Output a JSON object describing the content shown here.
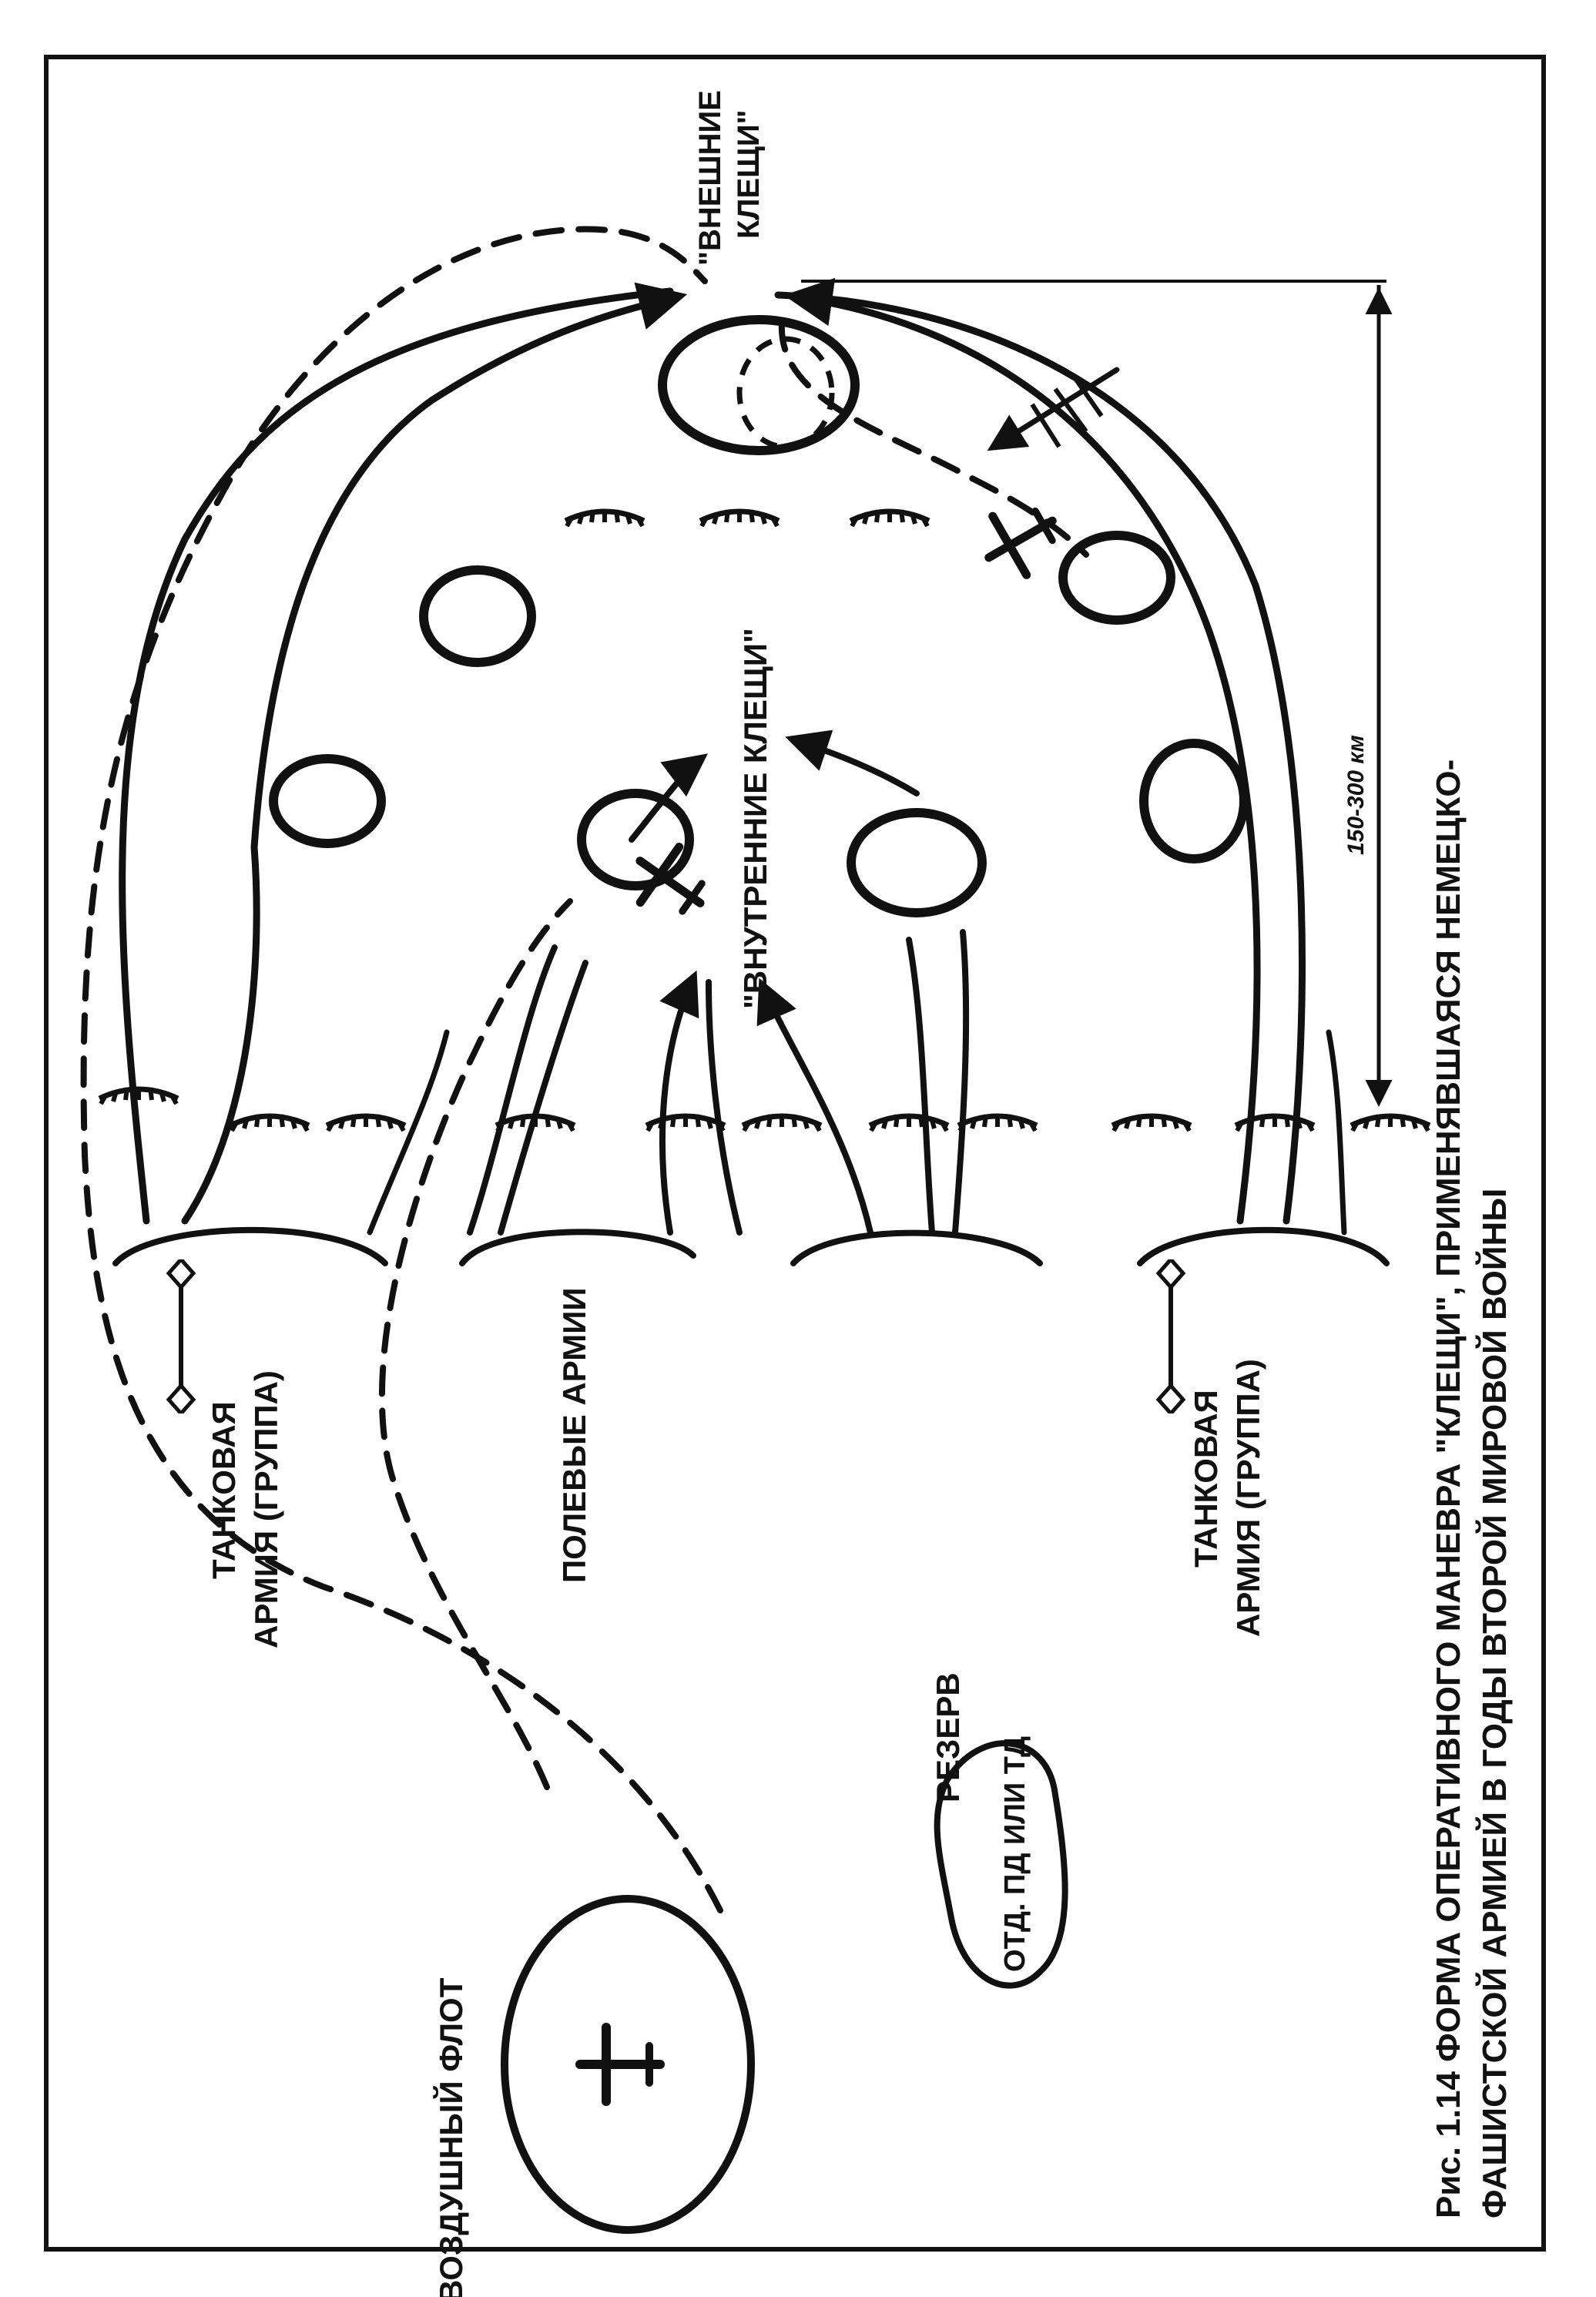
{
  "figure": {
    "caption_line1": "Рис. 1.14 ФОРМА ОПЕРАТИВНОГО МАНЕВРА \"КЛЕЩИ\", ПРИМЕНЯВШАЯСЯ НЕМЕЦКО-",
    "caption_line2": "ФАШИСТСКОЙ АРМИЕЙ В ГОДЫ ВТОРОЙ МИРОВОЙ ВОЙНЫ"
  },
  "labels": {
    "air_fleet": "ВОЗДУШНЫЙ ФЛОТ",
    "reserve_title": "РЕЗЕРВ",
    "reserve_units": "ОТД. ПД ИЛИ ТД",
    "tank_army_top_l1": "ТАНКОВАЯ",
    "tank_army_top_l2": "АРМИЯ (ГРУППА)",
    "field_armies": "ПОЛЕВЫЕ АРМИИ",
    "tank_army_bottom_l1": "ТАНКОВАЯ",
    "tank_army_bottom_l2": "АРМИЯ (ГРУППА)",
    "inner_pincers": "\"ВНУТРЕННИЕ КЛЕЩИ\"",
    "outer_pincers_l1": "\"ВНЕШНИЕ",
    "outer_pincers_l2": "КЛЕЩИ\"",
    "distance": "150-300 км"
  },
  "icons": [
    "aircraft-icon",
    "tank-symbol-icon",
    "front-line-icon",
    "encircled-group-icon"
  ]
}
